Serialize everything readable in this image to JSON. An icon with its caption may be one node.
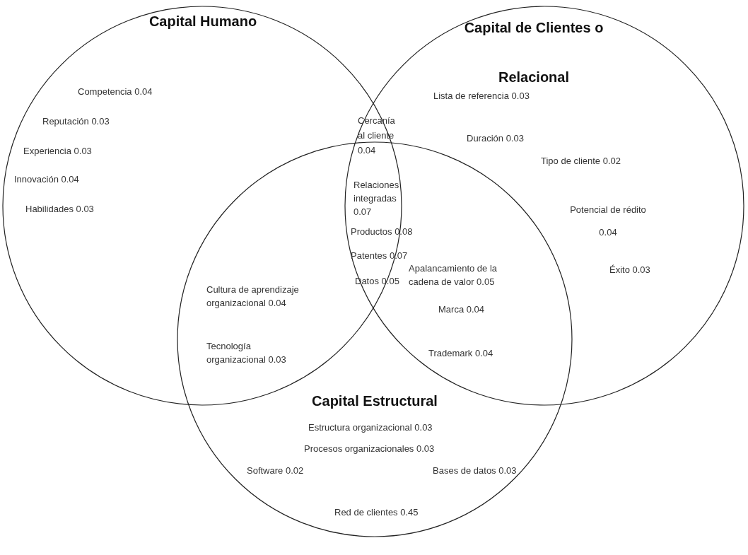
{
  "diagram": {
    "nodes": [
      {
        "text": [
          "Capital Humano"
        ]
      },
      {
        "text": [
          "Capital de Clientes o Relacional"
        ]
      },
      {
        "text": [
          "Capital Estructural"
        ]
      }
    ],
    "labels": [
      "Competencia 0.04",
      "Lista de referencia 0.03",
      "Cercanía al cliente 0.04",
      "Reputación 0.03",
      "Duración 0.03",
      "Experiencia 0.03",
      "Tipo de cliente 0.02",
      "Innovación 0.04",
      "Relaciones integradas 0.07",
      "Potencial de rédito 0.04",
      "Habilidades 0.03",
      "Productos 0.08",
      "Patentes 0.07",
      "Éxito 0.03",
      "Apalancamiento de la cadena de valor 0.05",
      "Datos 0.05",
      "Cultura de aprendizaje organizacional 0.04",
      "Marca 0.04",
      "Tecnología organizacional 0.03",
      "Trademark 0.04",
      "Estructura organizacional 0.03",
      "Procesos organizacionales 0.03",
      "Software 0.02",
      "Bases de datos 0.03",
      "Red de clientes 0.45"
    ]
  }
}
